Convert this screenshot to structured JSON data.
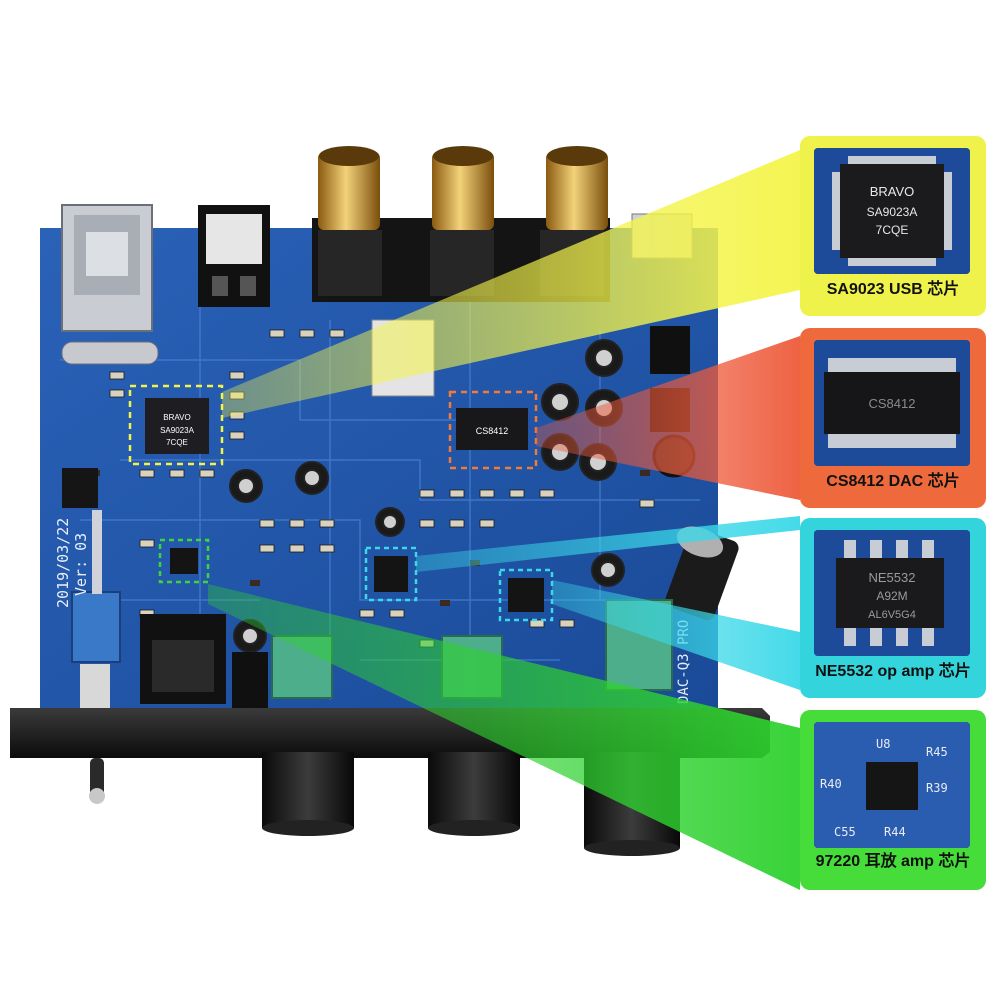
{
  "board": {
    "date_mark": "2019/03/22",
    "version_mark": "Ver: 03",
    "model_mark": "DAC-Q3 PRO",
    "usb_chip_marking": [
      "BRAVO",
      "SA9023A",
      "7CQE"
    ],
    "dac_chip_marking": [
      "CS8412"
    ],
    "opamp_chip_marking": [
      "NE5532",
      "A92M",
      "AL6V5G4"
    ],
    "hp_chip_marking": [
      "U8",
      "R45",
      "R40",
      "R39",
      "C55",
      "R44"
    ]
  },
  "callouts": [
    {
      "label": "SA9023 USB 芯片",
      "color": "#eef24a"
    },
    {
      "label": "CS8412 DAC 芯片",
      "color": "#ee6a3c"
    },
    {
      "label": "NE5532 op amp 芯片",
      "color": "#34d4dc"
    },
    {
      "label": "97220 耳放 amp 芯片",
      "color": "#46dc3a"
    }
  ]
}
